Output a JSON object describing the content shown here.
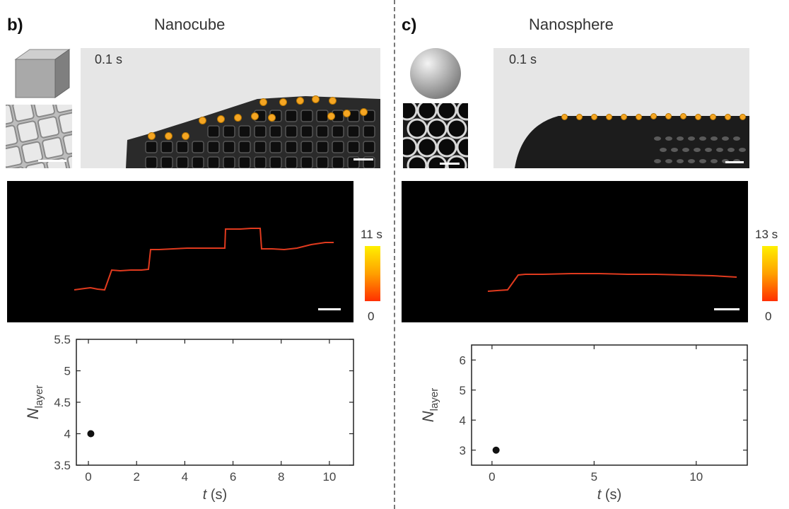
{
  "panel_b": {
    "letter": "b)",
    "title": "Nanocube",
    "timestamp": "0.1 s",
    "colorbar_max": "11 s",
    "colorbar_min": "0"
  },
  "panel_c": {
    "letter": "c)",
    "title": "Nanosphere",
    "timestamp": "0.1 s",
    "colorbar_max": "13 s",
    "colorbar_min": "0"
  },
  "colors": {
    "marker": "#f5a623",
    "trace": "#e03a1e",
    "colorbar_top": "#fff000",
    "colorbar_bottom": "#ff3000"
  },
  "chart_data": [
    {
      "type": "scatter",
      "panel": "Nanocube",
      "x": [
        0.1
      ],
      "y": [
        4
      ],
      "xlabel": "t (s)",
      "ylabel": "N_layer",
      "xlim": [
        -0.5,
        11
      ],
      "ylim": [
        3.5,
        5.5
      ],
      "xticks": [
        0,
        2,
        4,
        6,
        8,
        10
      ],
      "yticks": [
        3.5,
        4,
        4.5,
        5,
        5.5
      ],
      "yticklabels": [
        "3.5",
        "4",
        "4.5",
        "5",
        "5.5"
      ],
      "grid": false
    },
    {
      "type": "scatter",
      "panel": "Nanosphere",
      "x": [
        0.2
      ],
      "y": [
        3
      ],
      "xlabel": "t (s)",
      "ylabel": "N_layer",
      "xlim": [
        -1,
        12.5
      ],
      "ylim": [
        2.5,
        6.5
      ],
      "xticks": [
        0,
        5,
        10
      ],
      "yticks": [
        3,
        4,
        5,
        6
      ],
      "yticklabels": [
        "3",
        "4",
        "5",
        "6"
      ],
      "grid": false
    }
  ]
}
